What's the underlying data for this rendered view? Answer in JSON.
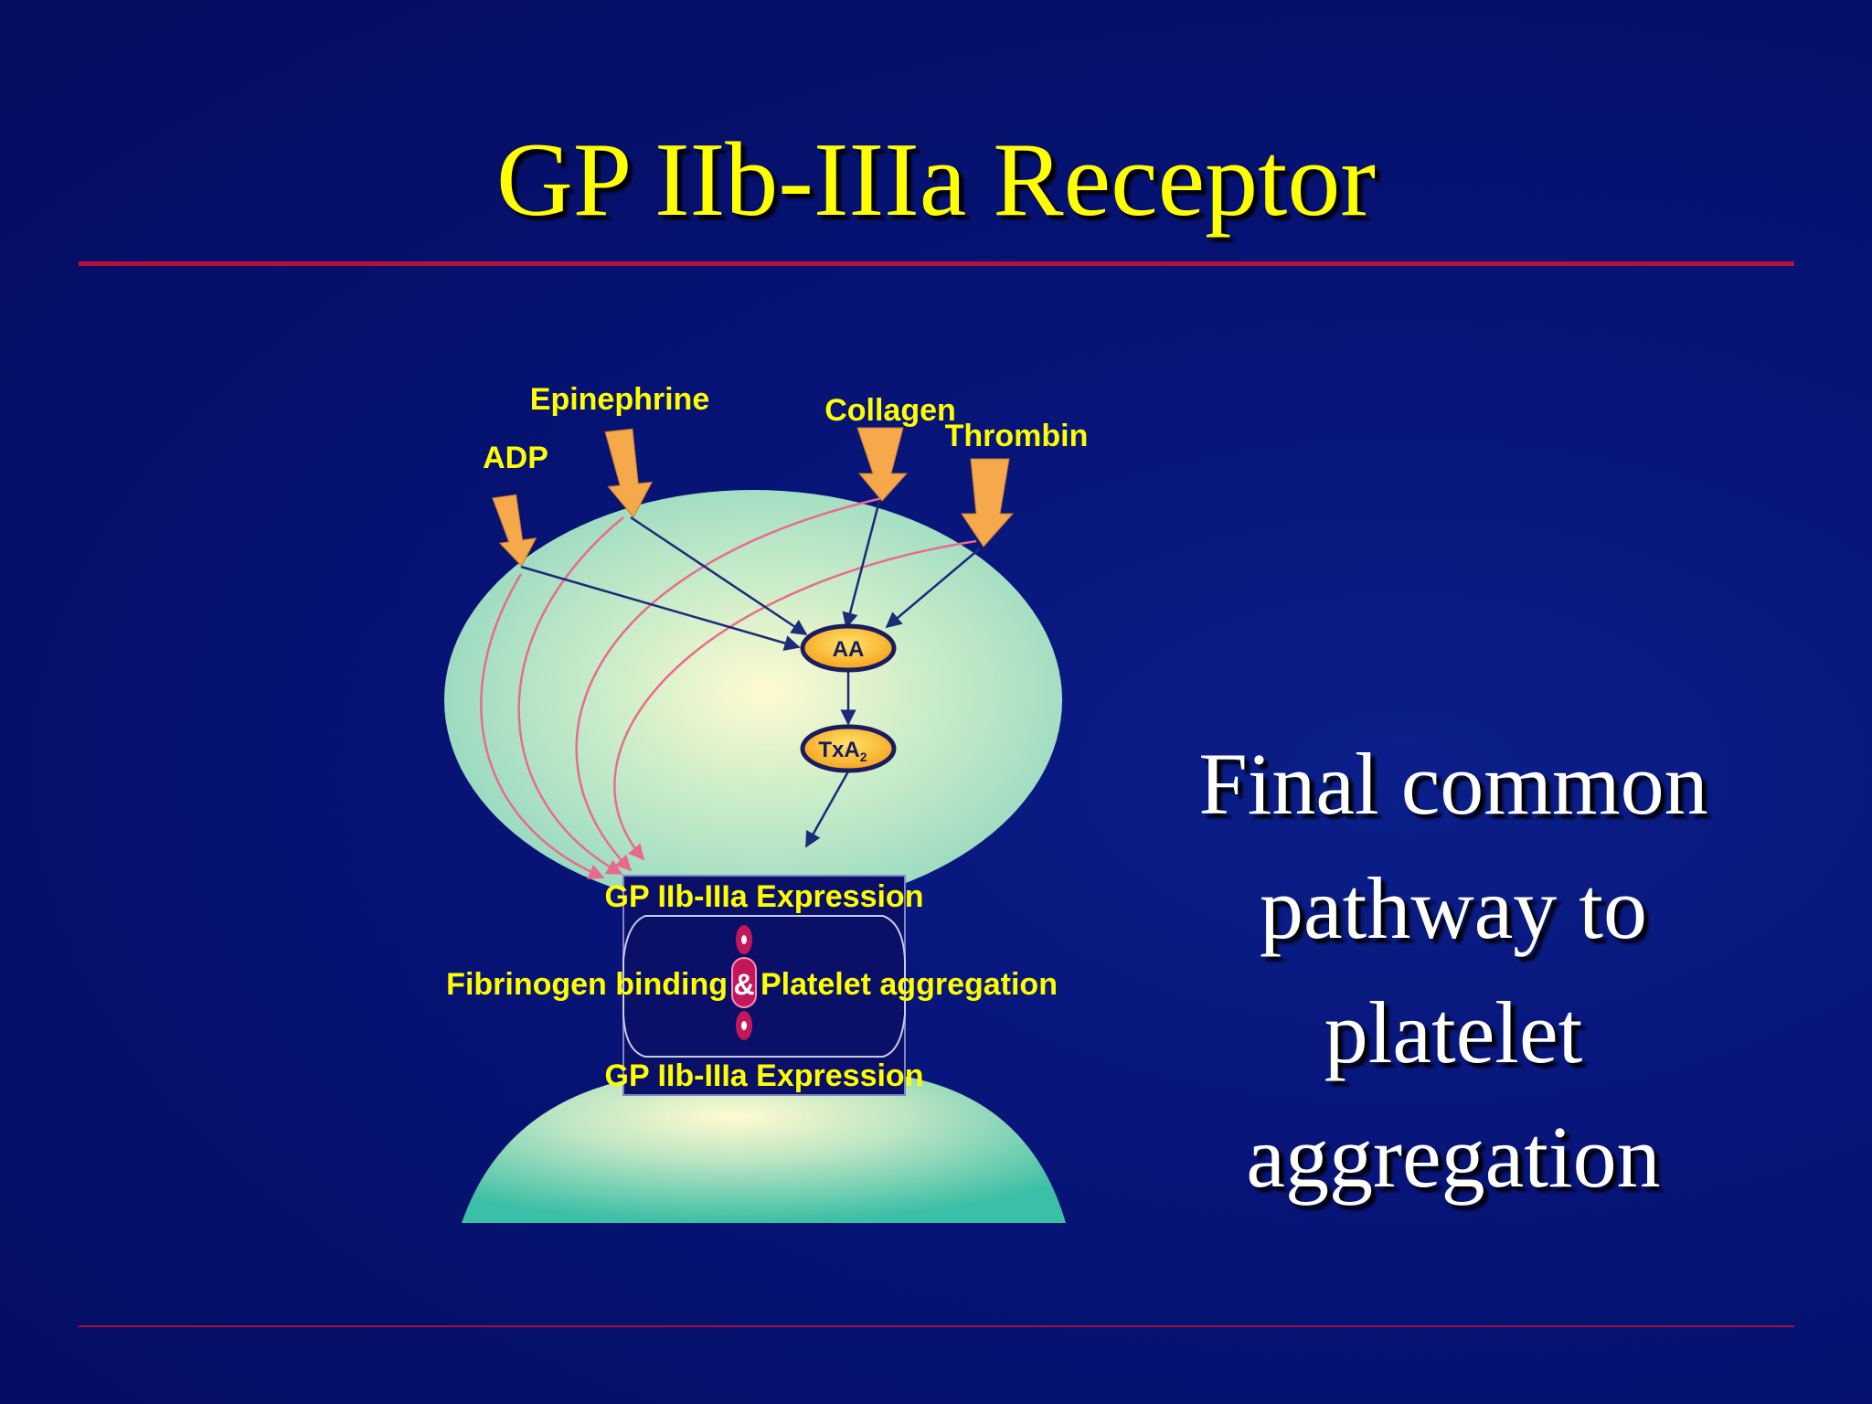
{
  "slide": {
    "title": "GP IIb-IIIa Receptor",
    "side_text": [
      "Final common",
      "pathway to",
      "platelet",
      "aggregation"
    ]
  },
  "diagram": {
    "agonists": [
      "Epinephrine",
      "ADP",
      "Collagen",
      "Thrombin"
    ],
    "nodes": {
      "aa": "AA",
      "txa2": "TxA",
      "txa2_subscript": "2"
    },
    "box": {
      "top_label": "GP IIb-IIIa Expression",
      "bottom_label": "GP IIb-IIIa Expression",
      "left_label": "Fibrinogen binding",
      "center_label": "&",
      "right_label": "Platelet aggregation"
    }
  },
  "colors": {
    "background": "#071478",
    "title": "#ffff00",
    "rule": "#b5113f",
    "platelet": "#9fe0c8",
    "arrow": "#f5a94a",
    "pathway_line": "#1b2a7a",
    "curved_line": "#e86b8f"
  }
}
